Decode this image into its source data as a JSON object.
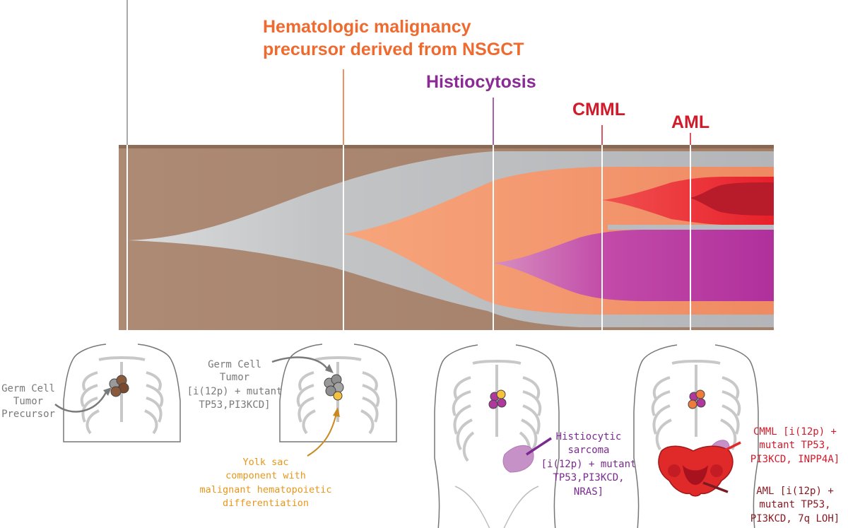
{
  "stages": {
    "hematologic": [
      "Hematologic malignancy",
      "precursor derived from NSGCT"
    ],
    "histiocytosis": "Histiocytosis",
    "cmml": "CMML",
    "aml": "AML"
  },
  "annotations": {
    "germ_precursor": [
      "Germ Cell",
      "Tumor",
      "Precursor"
    ],
    "germ_tumor": [
      "Germ Cell",
      "Tumor",
      "[i(12p) + mutant",
      "TP53,PI3KCD]"
    ],
    "yolk_sac": [
      "Yolk sac",
      "component with",
      "malignant hematopoietic",
      "differentiation"
    ],
    "histiocytic": [
      "Histiocytic",
      "sarcoma",
      "[i(12p) + mutant",
      "TP53,PI3KCD,",
      "NRAS]"
    ],
    "cmml_note": [
      "CMML [i(12p) +",
      "mutant TP53,",
      "PI3KCD, INPP4A]"
    ],
    "aml_note": [
      "AML [i(12p) +",
      "mutant TP53,",
      "PI3KCD, 7q LOH]"
    ]
  },
  "colors": {
    "background_band": "#a88570",
    "germ_clone": "#b9bbbe",
    "hematologic_clone": "#f0906a",
    "histiocytosis_clone": "#b0379c",
    "cmml_clone": "#e8202a",
    "aml_clone": "#b81c2a",
    "hematologic_text": "#ef6a2f",
    "histiocytosis_text": "#8a2a94",
    "cmml_text": "#d11a2a",
    "gray_text": "#7a7a7a",
    "yolk_text": "#e8961a"
  }
}
